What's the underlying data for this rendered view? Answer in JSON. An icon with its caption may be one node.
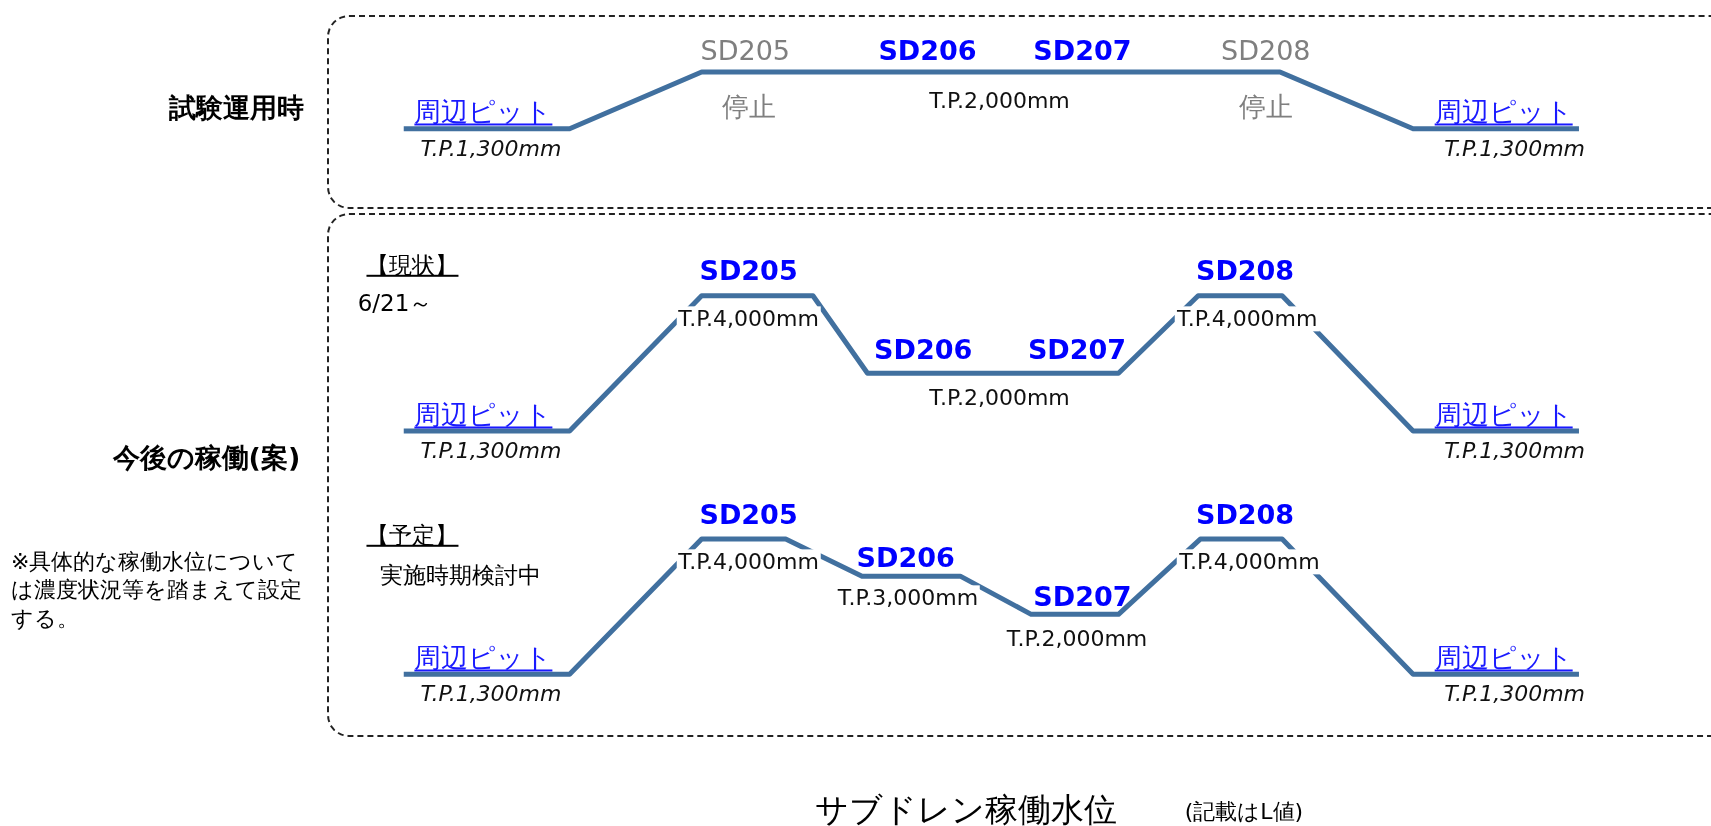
{
  "diagram": {
    "caption": "サブドレン稼働水位",
    "nodes": [
      {
        "text": [
          "試験運用時"
        ]
      },
      {
        "text": [
          "今後の稼働(案)"
        ]
      }
    ],
    "labels": [
      "SD205",
      "SD206",
      "SD207",
      "SD208",
      "周辺ピット",
      "停止",
      "T.P.2,000mm",
      "停止",
      "周辺ピット",
      "T.P.1,300mm",
      "T.P.1,300mm",
      "【現状】",
      "SD205",
      "SD208",
      "6/21～",
      "T.P.4,000mm",
      "T.P.4,000mm",
      "SD206",
      "SD207",
      "T.P.2,000mm",
      "周辺ピット",
      "周辺ピット",
      "T.P.1,300mm",
      "T.P.1,300mm",
      "SD205",
      "SD208",
      "【予定】",
      "T.P.4,000mm",
      "SD206",
      "T.P.4,000mm",
      "実施時期検討中",
      "T.P.3,000mm",
      "SD207",
      "T.P.2,000mm",
      "※具体的な稼働水位については濃度状況等を踏まえて設定する。",
      "周辺ピット",
      "周辺ピット",
      "T.P.1,300mm",
      "T.P.1,300mm",
      "(記載はL値)"
    ]
  }
}
